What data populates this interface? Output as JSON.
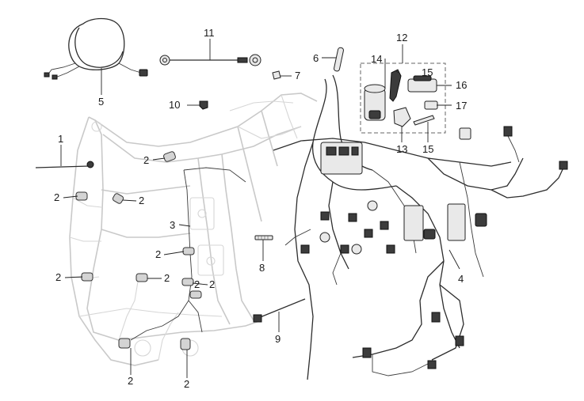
{
  "diagram": {
    "callouts": [
      {
        "id": "c1",
        "label": "1"
      },
      {
        "id": "c2a",
        "label": "2"
      },
      {
        "id": "c2b",
        "label": "2"
      },
      {
        "id": "c2c",
        "label": "2"
      },
      {
        "id": "c2d",
        "label": "2"
      },
      {
        "id": "c2e",
        "label": "2"
      },
      {
        "id": "c2f",
        "label": "2"
      },
      {
        "id": "c2g",
        "label": "2"
      },
      {
        "id": "c2h",
        "label": "2"
      },
      {
        "id": "c2i",
        "label": "2"
      },
      {
        "id": "c2j",
        "label": "2"
      },
      {
        "id": "c3",
        "label": "3"
      },
      {
        "id": "c4",
        "label": "4"
      },
      {
        "id": "c5",
        "label": "5"
      },
      {
        "id": "c6",
        "label": "6"
      },
      {
        "id": "c7",
        "label": "7"
      },
      {
        "id": "c8",
        "label": "8"
      },
      {
        "id": "c9",
        "label": "9"
      },
      {
        "id": "c10",
        "label": "10"
      },
      {
        "id": "c11",
        "label": "11"
      },
      {
        "id": "c12",
        "label": "12"
      },
      {
        "id": "c13",
        "label": "13"
      },
      {
        "id": "c14",
        "label": "14"
      },
      {
        "id": "c15a",
        "label": "15"
      },
      {
        "id": "c15b",
        "label": "15"
      },
      {
        "id": "c16",
        "label": "16"
      },
      {
        "id": "c17",
        "label": "17"
      }
    ],
    "colors": {
      "frame": "#c9c9c9",
      "harness": "#2d2d2d",
      "text": "#1a1a1a",
      "background": "#ffffff"
    }
  }
}
